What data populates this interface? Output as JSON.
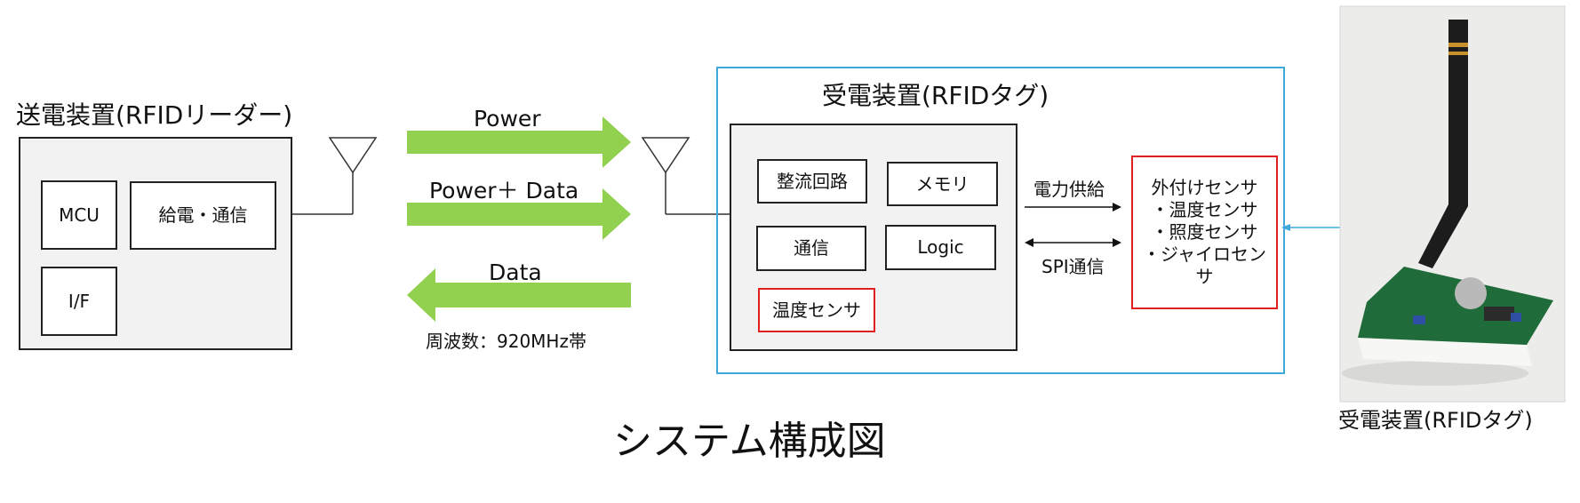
{
  "transmitter": {
    "title": "送電装置(RFIDリーダー)",
    "mcu": "MCU",
    "power_comm": "給電・通信",
    "if": "I/F"
  },
  "links": {
    "power": "Power",
    "power_data": "Power＋ Data",
    "data": "Data",
    "frequency": "周波数：920MHz帯"
  },
  "receiver": {
    "title": "受電装置(RFIDタグ)",
    "rectifier": "整流回路",
    "memory": "メモリ",
    "comm": "通信",
    "logic": "Logic",
    "temp_sensor": "温度センサ",
    "power_supply": "電力供給",
    "spi": "SPI通信"
  },
  "external_sensor": {
    "title": "外付けセンサ",
    "items": [
      "・温度センサ",
      "・照度センサ",
      "・ジャイロセン",
      "サ"
    ]
  },
  "photo": {
    "caption": "受電装置(RFIDタグ)"
  },
  "caption": "システム構成図",
  "colors": {
    "arrow_green": "#92d050",
    "receiver_border": "#3fa9dc",
    "sensor_border": "#e02020",
    "panel_fill": "#f2f2f2"
  }
}
